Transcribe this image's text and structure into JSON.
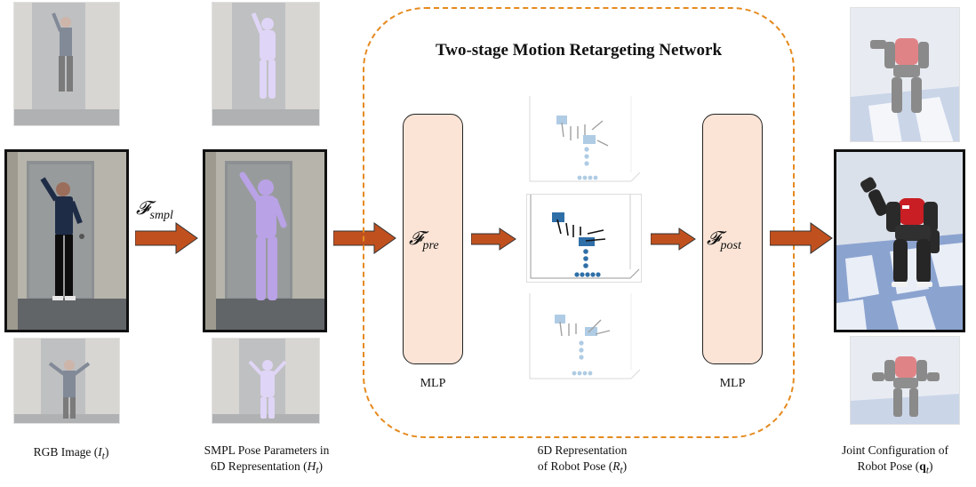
{
  "title": "Two-stage Motion Retargeting Network",
  "functions": {
    "smpl": {
      "base": "𝓕",
      "sub": "smpl"
    },
    "pre": {
      "base": "𝓕",
      "sub": "pre"
    },
    "post": {
      "base": "𝓕",
      "sub": "post"
    }
  },
  "mlp_labels": [
    "MLP",
    "MLP"
  ],
  "captions": {
    "rgb": {
      "line1": "RGB Image (",
      "sym": "I",
      "sub": "t",
      "end": ")"
    },
    "smpl": {
      "line1": "SMPL Pose Parameters in",
      "line2": "6D Representation (",
      "sym": "H",
      "sub": "t",
      "end": ")"
    },
    "robot6d": {
      "line1": "6D Representation",
      "line2": "of Robot Pose (",
      "sym": "R",
      "sub": "t",
      "end": ")"
    },
    "joint": {
      "line1": "Joint Configuration of",
      "line2": "Robot Pose (",
      "sym": "q",
      "sub": "t",
      "end": ")"
    }
  },
  "colors": {
    "arrow": "#c0511f",
    "dashed_border": "#e58a1e",
    "mlp_fill": "#fbe4d6",
    "smpl_mesh": "#b9a2e6",
    "robot_head": "#c81e24",
    "pose_points": "#3a7fbf"
  }
}
